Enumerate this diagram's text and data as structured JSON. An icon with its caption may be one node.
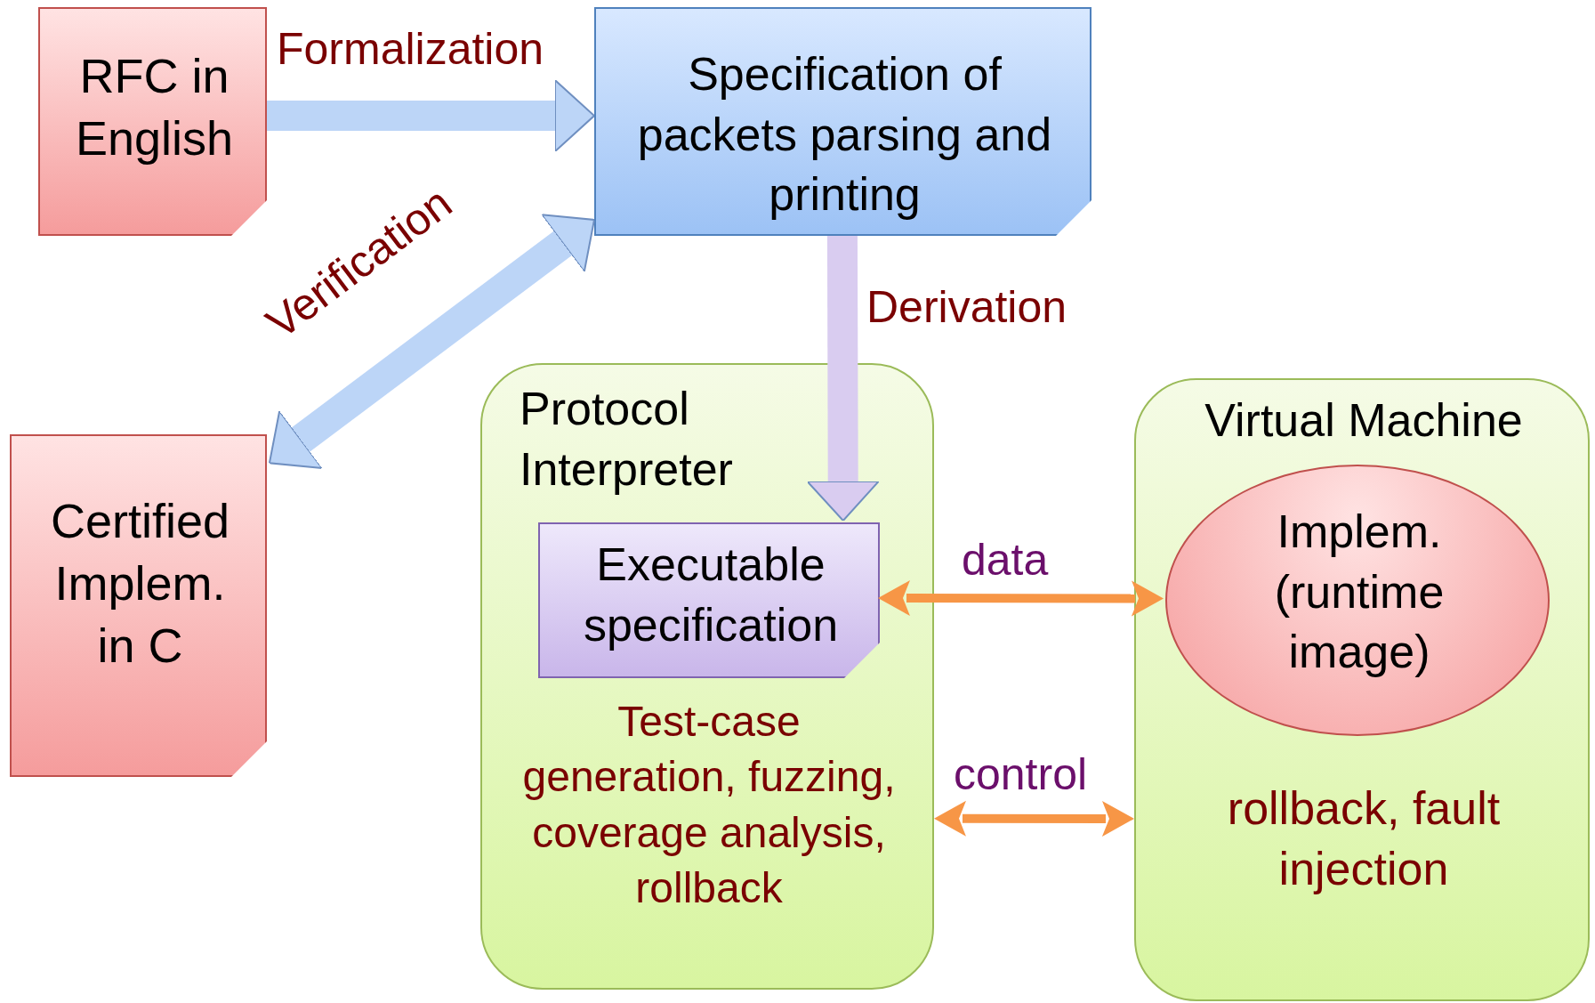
{
  "diagram": {
    "nodes": [
      {
        "text": [
          "RFC in English"
        ]
      },
      {
        "text": [
          "Specification of packets parsing and printing"
        ]
      },
      {
        "text": [
          "Certified Implem. in C"
        ]
      },
      {
        "text": [
          "Protocol Interpreter",
          "Test-case generation, fuzzing, coverage analysis, rollback"
        ]
      },
      {
        "text": [
          "Executable specification"
        ],
        "in": 3
      },
      {
        "text": [
          "Virtual Machine",
          "rollback, fault injection"
        ]
      },
      {
        "text": [
          "Implem. (runtime image)"
        ],
        "in": 5
      }
    ],
    "edges": [
      {
        "from": 0,
        "to": 1,
        "arrow": "to",
        "label": "Formalization",
        "color": "#bcd5f7"
      },
      {
        "from": 1,
        "to": 2,
        "arrow": "both",
        "label": "Verification",
        "color": "#bcd5f7"
      },
      {
        "from": 1,
        "to": 4,
        "arrow": "to",
        "label": "Derivation",
        "color": "#d9ccf0"
      },
      {
        "from": 4,
        "to": 6,
        "arrow": "both",
        "label": "data",
        "color": "#f79646"
      },
      {
        "from": 3,
        "to": 5,
        "arrow": "both",
        "label": "control",
        "color": "#f79646"
      }
    ]
  }
}
